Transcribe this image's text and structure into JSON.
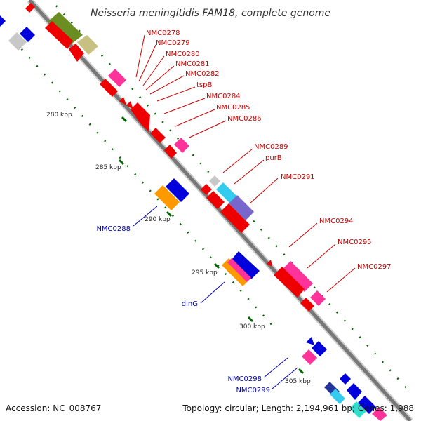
{
  "title": "Neisseria meningitidis FAM18, complete genome",
  "footer": {
    "accession": "Accession: NC_008767",
    "summary": "Topology: circular; Length: 2,194,961 bp; Genes: 1,988"
  },
  "ticks": [
    "280 kbp",
    "285 kbp",
    "290 kbp",
    "295 kbp",
    "300 kbp",
    "305 kbp"
  ],
  "labels_top": [
    "NMC0278",
    "NMC0279",
    "NMC0280",
    "NMC0281",
    "NMC0282",
    "tspB",
    "NMC0284",
    "NMC0285",
    "NMC0286",
    "NMC0289",
    "purB",
    "NMC0291",
    "NMC0294",
    "NMC0295",
    "NMC0297"
  ],
  "labels_bottom": [
    "NMC0288",
    "dinG",
    "NMC0298",
    "NMC0299"
  ],
  "colors": {
    "red": "#ee0000",
    "blue": "#0000dd",
    "pink": "#ff3399",
    "olive": "#6b8e23",
    "khaki": "#c8c080",
    "grey": "#c8c8c8",
    "orange": "#ff9900",
    "cyan": "#33ccee",
    "purple": "#7766cc",
    "teal": "#33ddcc"
  }
}
